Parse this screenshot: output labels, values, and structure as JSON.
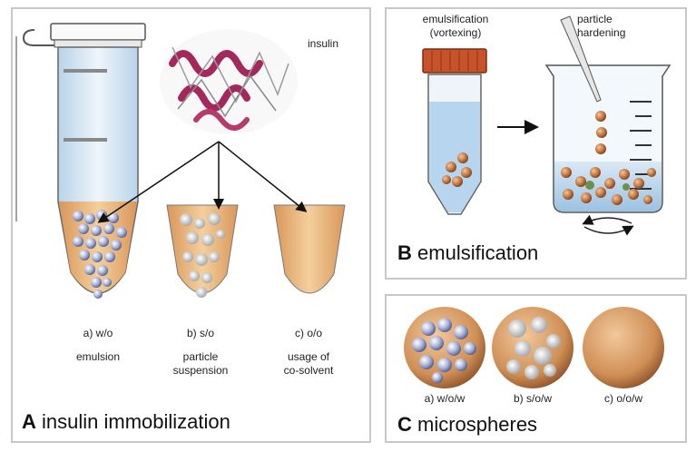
{
  "panel_a": {
    "letter": "A",
    "title": "insulin immobilization",
    "protein_label": "insulin",
    "methods": [
      {
        "code": "a) w/o",
        "desc": "emulsion"
      },
      {
        "code": "b) s/o",
        "desc": "particle\nsuspension"
      },
      {
        "code": "c) o/o",
        "desc": "usage of\nco-solvent"
      }
    ]
  },
  "panel_b": {
    "letter": "B",
    "title": "emulsification",
    "step1": "emulsification\n(vortexing)",
    "step2": "particle\nhardening"
  },
  "panel_c": {
    "letter": "C",
    "title": "microspheres",
    "types": [
      "a) w/o/w",
      "b) s/o/w",
      "c) o/o/w"
    ]
  },
  "colors": {
    "panel_bg": "#ececec",
    "panel_border": "#c8c8c8",
    "oil_phase": "#e6b37a",
    "tube_liquid": "#cfe3f2",
    "protein": "#a5285c",
    "water_droplet": "#9aa6d6"
  }
}
